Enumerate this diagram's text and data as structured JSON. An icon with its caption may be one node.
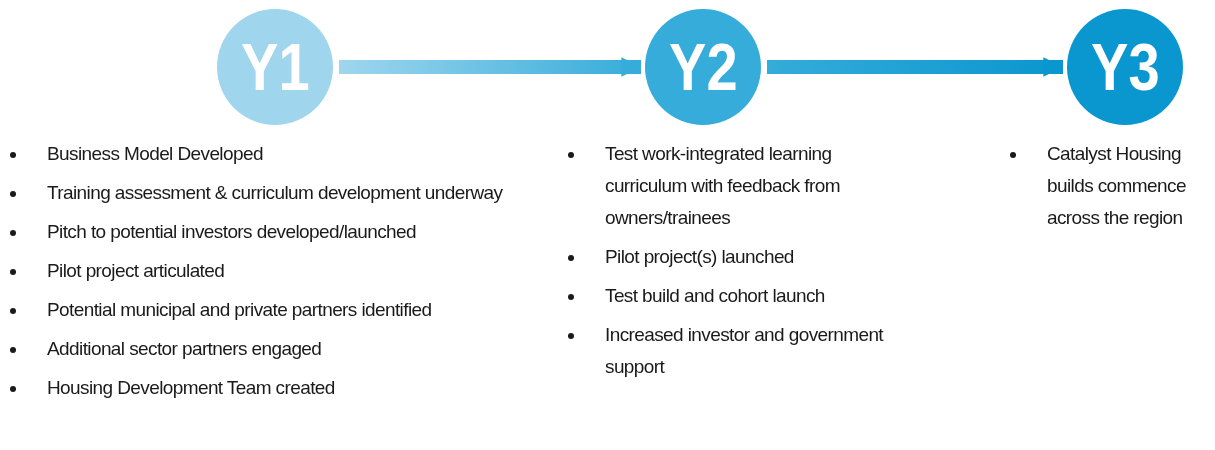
{
  "diagram": {
    "nodes": [
      {
        "text": [
          "Y1"
        ],
        "beside": [
          "Business Model Developed",
          "Training assessment & curriculum development underway",
          "Pitch to potential investors developed/launched",
          "Pilot project articulated",
          "Potential municipal and private partners identified",
          "Additional sector partners engaged",
          "Housing Development Team created"
        ]
      },
      {
        "text": [
          "Y2"
        ],
        "beside": [
          "Test work-integrated learning curriculum with feedback from owners/trainees",
          "Pilot project(s) launched",
          "Test build and cohort launch",
          "Increased investor and government support"
        ]
      },
      {
        "text": [
          "Y3"
        ],
        "beside": [
          "Catalyst Housing builds commence across the region"
        ]
      }
    ],
    "edges": [
      {
        "from": 0,
        "to": 1,
        "arrow": "to"
      },
      {
        "from": 1,
        "to": 2,
        "arrow": "to"
      }
    ]
  }
}
